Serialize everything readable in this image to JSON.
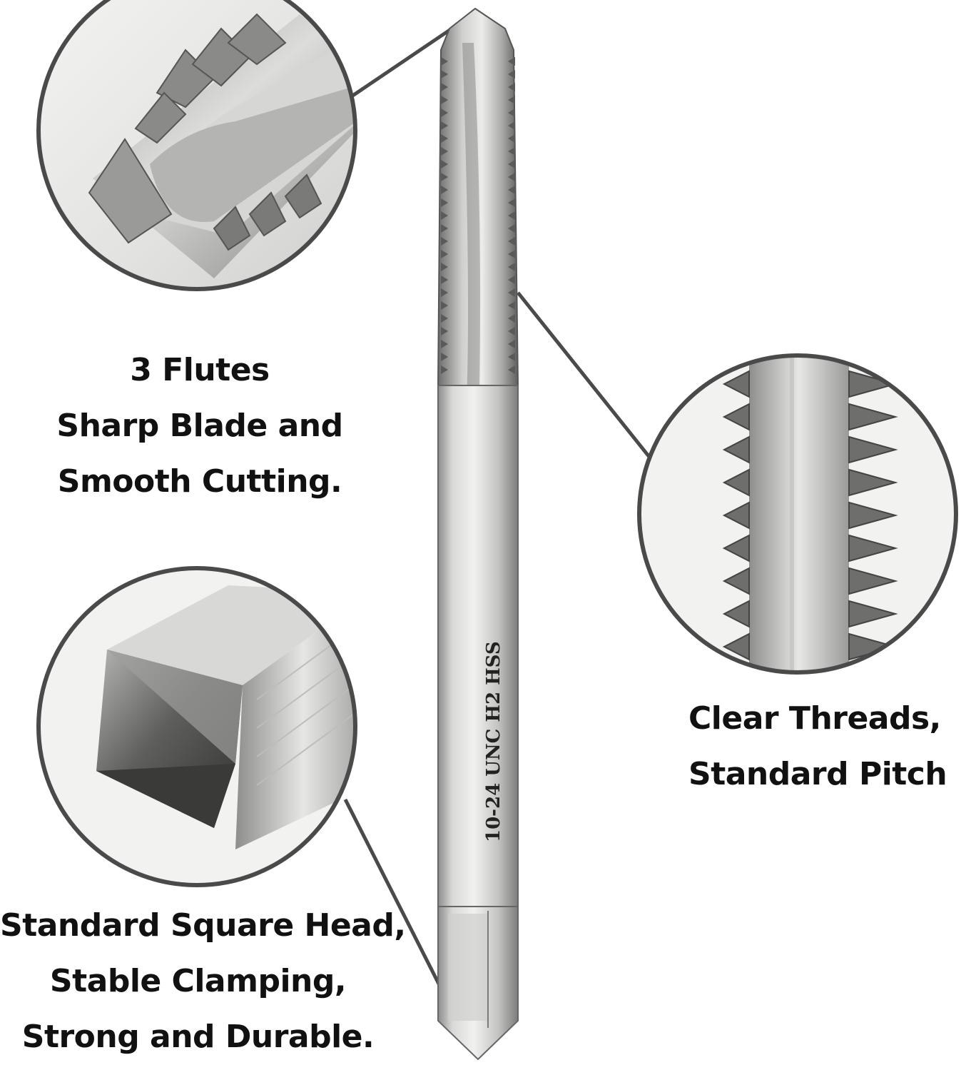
{
  "product": {
    "shank_marking": "10-24 UNC   H2   HSS",
    "colors": {
      "outline": "#4a4a4a",
      "steel_light": "#e4e4e2",
      "steel_mid": "#b8b8b6",
      "steel_dark": "#6f6f6d",
      "text": "#111111"
    }
  },
  "callouts": {
    "flutes": {
      "line1": "3 Flutes",
      "line2": "Sharp Blade and",
      "line3": "Smooth Cutting."
    },
    "threads": {
      "line1": "Clear Threads,",
      "line2": "Standard Pitch"
    },
    "head": {
      "line1": "Standard Square Head,",
      "line2": "Stable Clamping,",
      "line3": "Strong and Durable."
    }
  }
}
